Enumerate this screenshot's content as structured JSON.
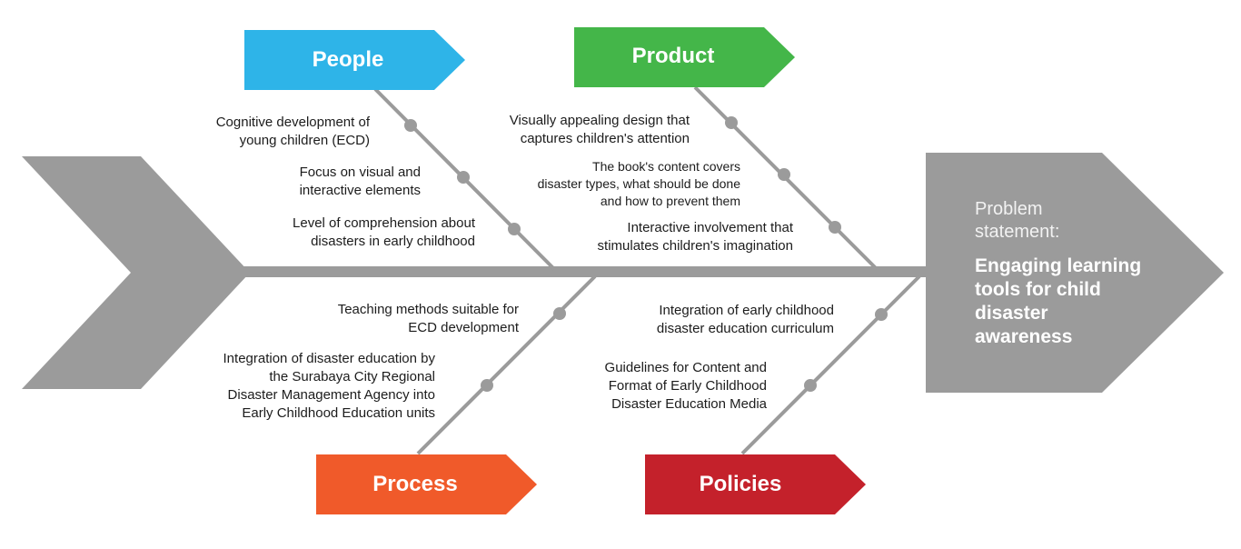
{
  "colors": {
    "people": "#2EB4E8",
    "product": "#44B649",
    "process": "#F05A2A",
    "policies": "#C4212B",
    "spine": "#9B9B9B",
    "text": "#1c1c1c"
  },
  "categories": {
    "people": "People",
    "product": "Product",
    "process": "Process",
    "policies": "Policies"
  },
  "causes": {
    "people": [
      "Cognitive development of\nyoung children (ECD)",
      "Focus on visual and\ninteractive elements",
      "Level of comprehension about\ndisasters in early childhood"
    ],
    "product": [
      "Visually appealing design that\ncaptures children's attention",
      "The book's content covers\ndisaster types, what should be done\nand how to prevent them",
      "Interactive involvement that\nstimulates children's imagination"
    ],
    "process": [
      "Teaching methods suitable for\nECD development",
      "Integration of disaster education by\nthe Surabaya City Regional\nDisaster Management Agency into\nEarly Childhood Education units"
    ],
    "policies": [
      "Integration of early childhood\ndisaster education curriculum",
      "Guidelines for Content and\nFormat of Early Childhood\nDisaster Education Media"
    ]
  },
  "problem": {
    "label": "Problem\nstatement:",
    "text": "Engaging learning\ntools for child\ndisaster\nawareness"
  }
}
